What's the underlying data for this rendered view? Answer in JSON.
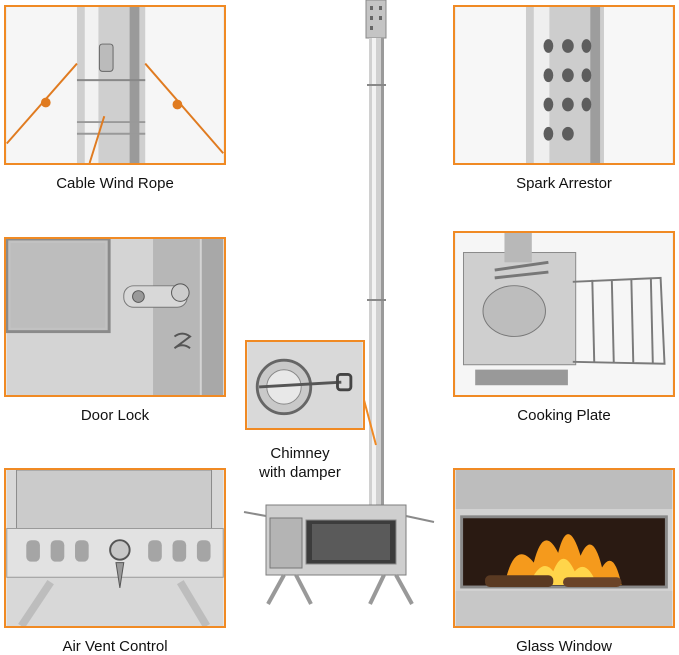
{
  "labels": {
    "cable_wind_rope": "Cable Wind Rope",
    "spark_arrestor": "Spark Arrestor",
    "door_lock": "Door Lock",
    "cooking_plate": "Cooking Plate",
    "air_vent_control": "Air Vent Control",
    "glass_window": "Glass Window",
    "chimney_line1": "Chimney",
    "chimney_line2": "with damper"
  },
  "colors": {
    "accent": "#f08a24",
    "steel_light": "#e8e8e8",
    "steel_mid": "#c4c4c4",
    "steel_dark": "#8e8e8e",
    "rope": "#e07b20",
    "fire": "#f59a1c"
  }
}
